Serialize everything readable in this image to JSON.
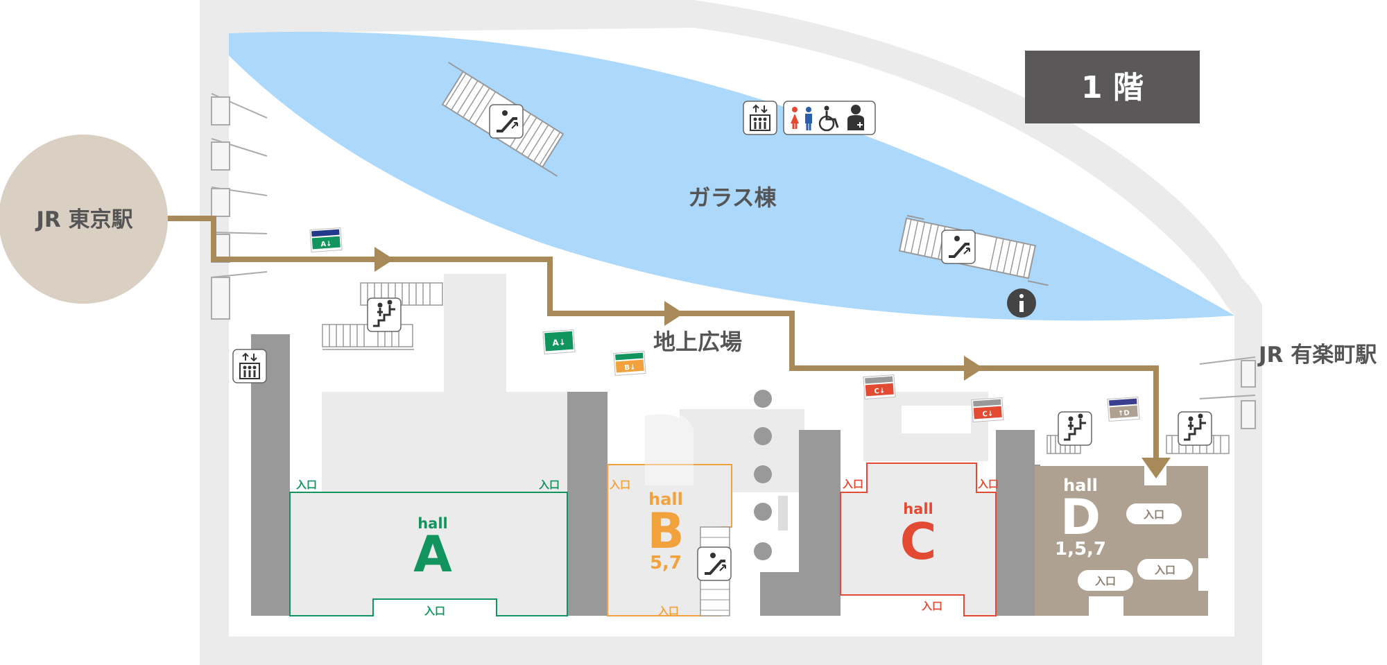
{
  "floor_badge": {
    "label": "1 階",
    "bg": "#5a5858",
    "fg": "#ffffff"
  },
  "stations": {
    "tokyo": "JR 東京駅",
    "yurakucho": "JR 有楽町駅"
  },
  "areas": {
    "glass_building": "ガラス棟",
    "ground_plaza": "地上広場"
  },
  "halls": {
    "a": {
      "word": "hall",
      "letter": "A",
      "floors": "",
      "color": "#12945f"
    },
    "b": {
      "word": "hall",
      "letter": "B",
      "floors": "5,7",
      "color": "#f2a23c"
    },
    "c": {
      "word": "hall",
      "letter": "C",
      "floors": "",
      "color": "#e24a33"
    },
    "d": {
      "word": "hall",
      "letter": "D",
      "floors": "1,5,7",
      "color": "#ffffff"
    }
  },
  "entrances": {
    "a_left": "入口",
    "a_right": "入口",
    "a_bottom": "入口",
    "b_top": "入口",
    "b_bottom": "入口",
    "c_left": "入口",
    "c_right": "入口",
    "c_bottom": "入口",
    "d_1": "入口",
    "d_2": "入口",
    "d_3": "入口"
  },
  "icons": {
    "info": "info-icon",
    "escalator": "escalator-icon",
    "stairs": "stairs-icon",
    "elevator": "elevator-icon",
    "restrooms": "restroom-icon"
  },
  "colors": {
    "route": "#a88a5a",
    "glass": "#acd8fb",
    "wall": "#999999",
    "floor": "#ebebeb",
    "hall_d_fill": "#aea191",
    "station_circle": "#d9cfc3",
    "text_dark": "#555555"
  }
}
